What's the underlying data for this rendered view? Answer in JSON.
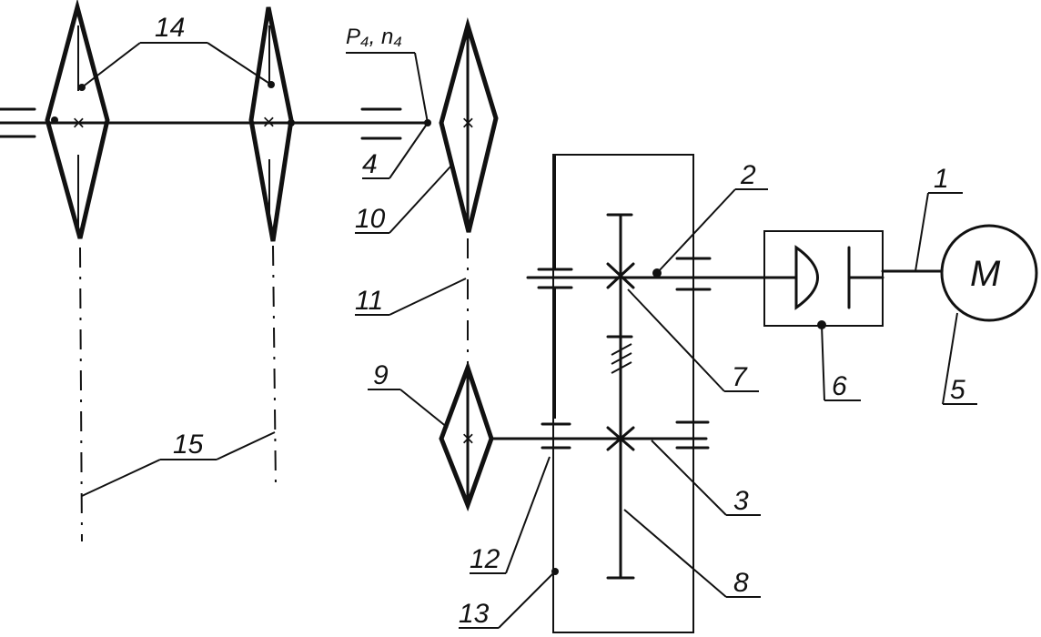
{
  "labels": {
    "l1": "1",
    "l2": "2",
    "l3": "3",
    "l4": "4",
    "l5": "5",
    "l6": "6",
    "l7": "7",
    "l8": "8",
    "l9": "9",
    "l10": "10",
    "l11": "11",
    "l12": "12",
    "l13": "13",
    "l14": "14",
    "l15": "15",
    "power_speed": "P₄, n₄",
    "motor": "M"
  },
  "marks": {
    "sprocket_center": "×"
  }
}
